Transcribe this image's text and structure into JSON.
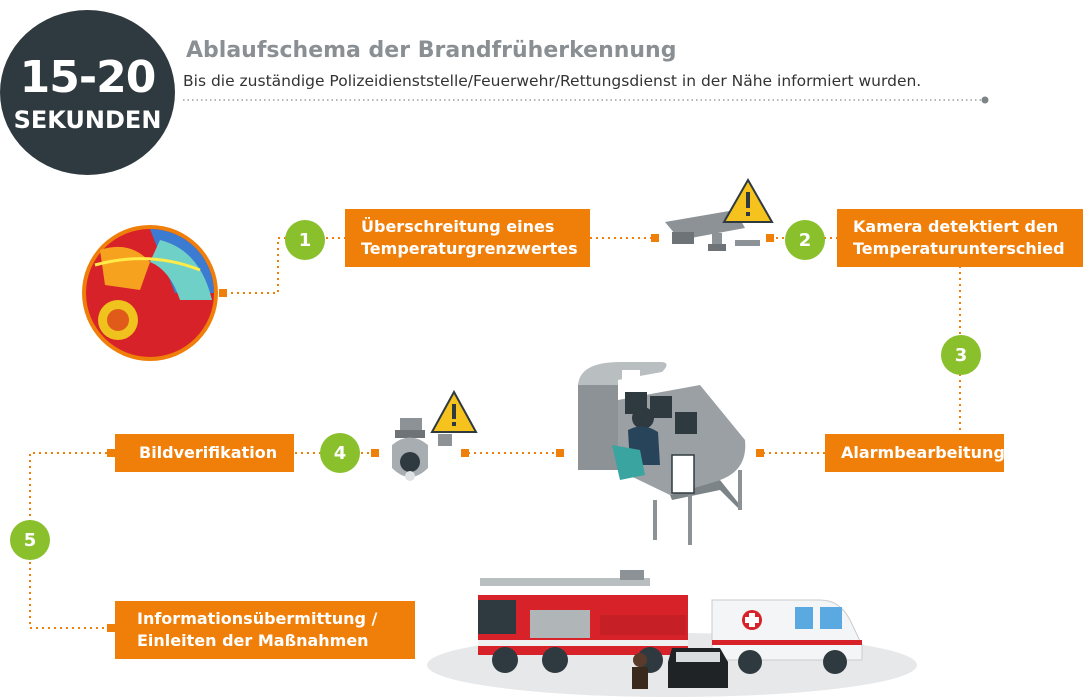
{
  "badge": {
    "time": "15-20",
    "unit": "SEKUNDEN"
  },
  "header": {
    "title": "Ablaufschema der Brandfrüherkennung",
    "subtitle": "Bis die zuständige Polizeidienststelle/Feuerwehr/Rettungsdienst in der Nähe informiert wurden."
  },
  "steps": [
    {
      "number": "1",
      "label_line1": "Überschreitung eines",
      "label_line2": "Temperaturgrenzwertes"
    },
    {
      "number": "2",
      "label_line1": "Kamera detektiert den",
      "label_line2": "Temperaturunterschied"
    },
    {
      "number": "3",
      "label_line1": "Alarmbearbeitung"
    },
    {
      "number": "4",
      "label_line1": "Bildverifikation"
    },
    {
      "number": "5",
      "label_line1": "Informationsübermittung /",
      "label_line2": "Einleiten der Maßnahmen"
    }
  ],
  "colors": {
    "accent": "#f07f0a",
    "step_circle": "#89c02c",
    "badge": "#2f3a40",
    "title": "#8a8f93",
    "connector": "#f07f0a"
  },
  "icons": [
    "thermal-car-image",
    "thermal-camera-icon",
    "warning-icon",
    "dome-camera-icon",
    "operator-desk-illustration",
    "emergency-vehicles-illustration"
  ]
}
